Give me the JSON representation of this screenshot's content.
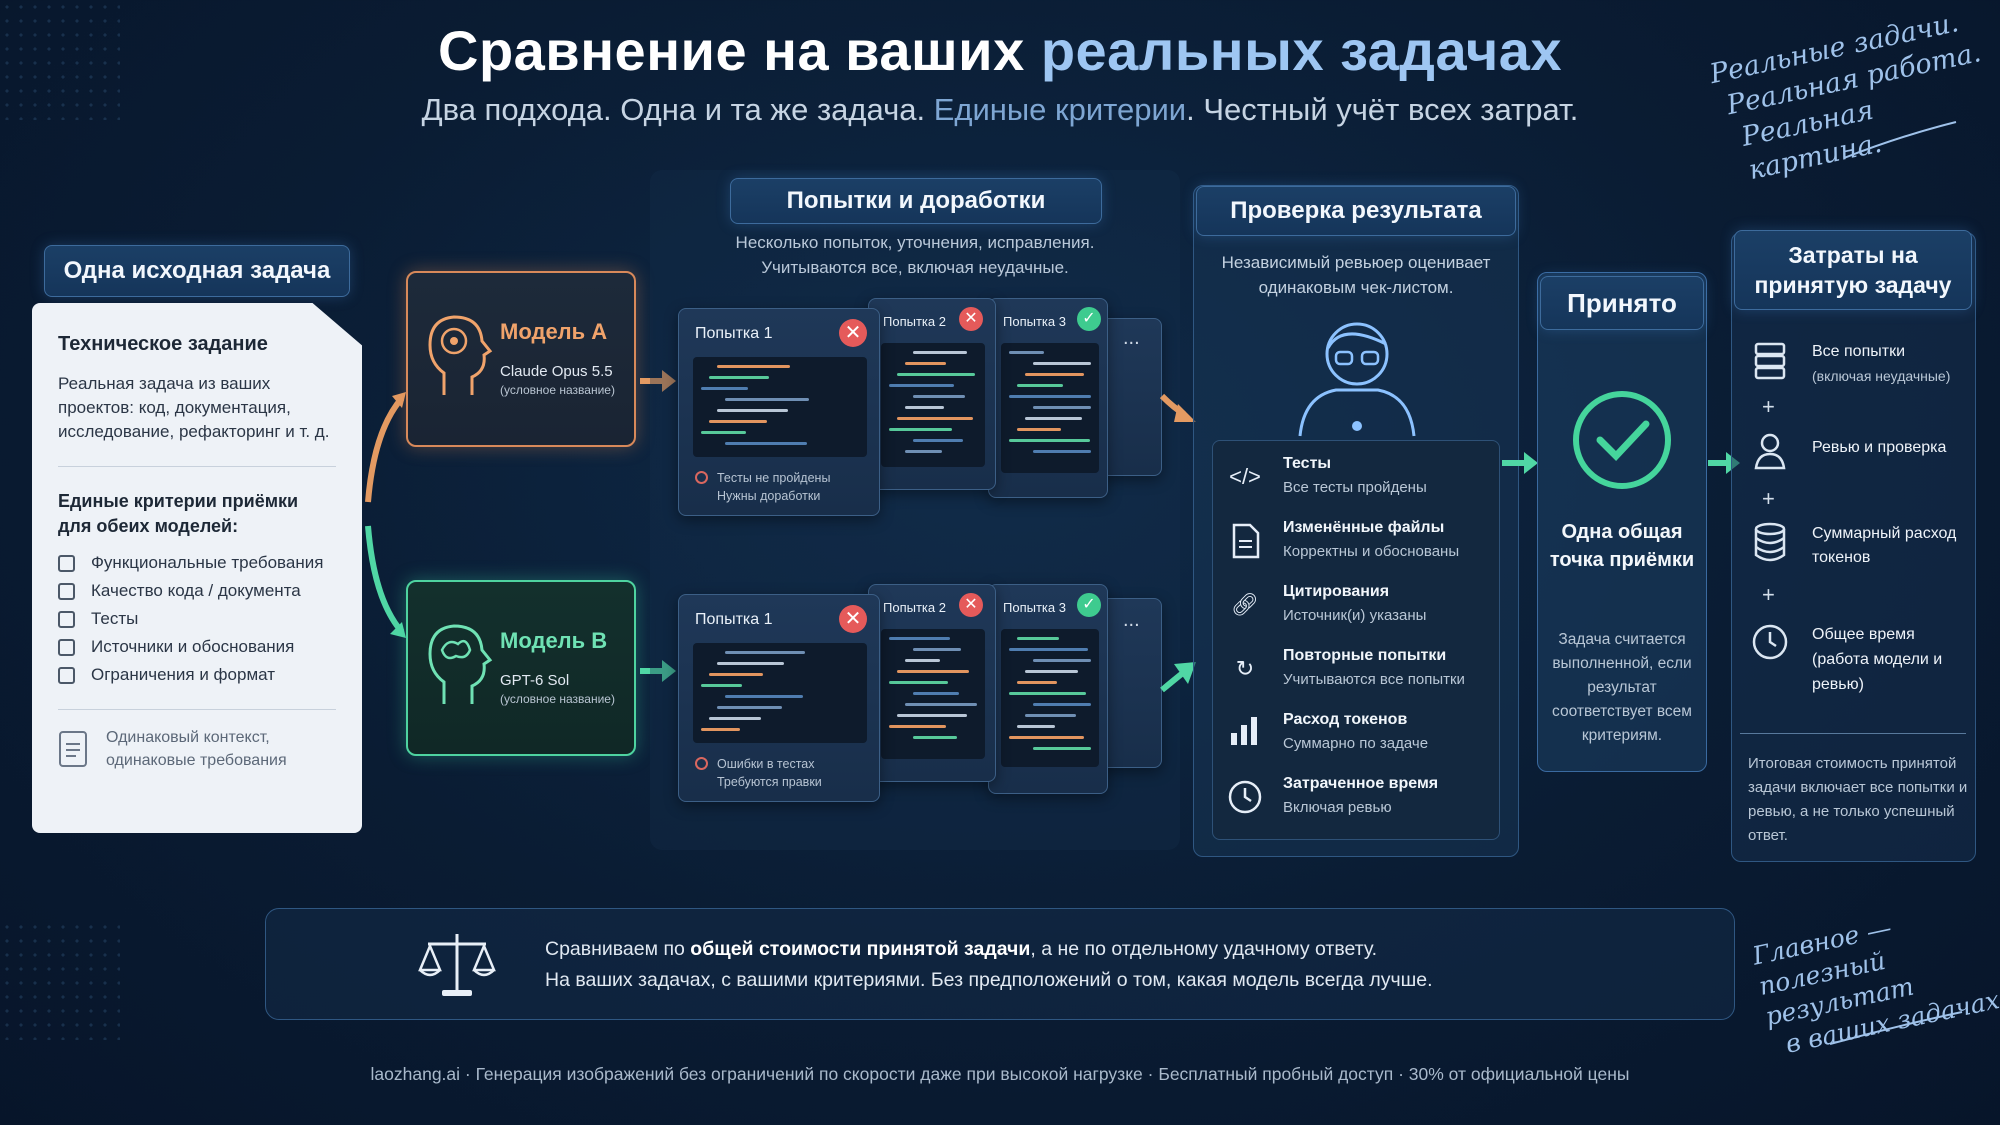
{
  "header": {
    "title_a": "Сравнение на ваших ",
    "title_b": "реальных задачах",
    "subtitle_a": "Два подхода. Одна и та же задача. ",
    "subtitle_b": "Единые критерии",
    "subtitle_c": ". Честный учёт всех затрат."
  },
  "handnote_top": [
    "Реальные задачи.",
    "Реальная работа.",
    "Реальная картина."
  ],
  "handnote_bottom": [
    "Главное —",
    "полезный результат",
    "в ваших задачах."
  ],
  "task": {
    "pill": "Одна исходная задача",
    "doc_title": "Техническое задание",
    "doc_text": "Реальная задача из ваших проектов: код, документация, исследование, рефакторинг и т. д.",
    "criteria_title": "Единые критерии приёмки для обеих моделей:",
    "criteria": [
      "Функциональные требования",
      "Качество кода / документа",
      "Тесты",
      "Источники и обоснования",
      "Ограничения и формат"
    ],
    "context_note": "Одинаковый контекст, одинаковые требования"
  },
  "models": {
    "a": {
      "name": "Модель A",
      "sub": "Claude Opus 5.5",
      "note": "(условное название)"
    },
    "b": {
      "name": "Модель B",
      "sub": "GPT-6 Sol",
      "note": "(условное название)"
    }
  },
  "attempts": {
    "pill": "Попытки и доработки",
    "note_1": "Несколько попыток, уточнения, исправления.",
    "note_2": "Учитываются все, включая неудачные.",
    "label_1": "Попытка 1",
    "label_2": "Попытка 2",
    "label_3": "Попытка 3",
    "ellipsis": "...",
    "a_status_1": "Тесты не пройдены",
    "a_status_2": "Нужны доработки",
    "b_status_1": "Ошибки в тестах",
    "b_status_2": "Требуются правки"
  },
  "verification": {
    "pill": "Проверка результата",
    "note_1": "Независимый ревьюер оценивает",
    "note_2": "одинаковым чек-листом.",
    "items": [
      {
        "title": "Тесты",
        "sub": "Все тесты пройдены",
        "icon": "code-icon"
      },
      {
        "title": "Изменённые файлы",
        "sub": "Корректны и обоснованы",
        "icon": "file-icon"
      },
      {
        "title": "Цитирования",
        "sub": "Источник(и) указаны",
        "icon": "link-icon"
      },
      {
        "title": "Повторные попытки",
        "sub": "Учитываются все попытки",
        "icon": "retry-icon"
      },
      {
        "title": "Расход токенов",
        "sub": "Суммарно по задаче",
        "icon": "bar-chart-icon"
      },
      {
        "title": "Затраченное время",
        "sub": "Включая ревью",
        "icon": "clock-icon"
      }
    ]
  },
  "accepted": {
    "pill": "Принято",
    "main": "Одна общая точка приёмки",
    "note": "Задача считается выполненной, если результат соответствует всем критериям."
  },
  "costs": {
    "pill": "Затраты на принятую задачу",
    "items": [
      {
        "title": "Все попытки",
        "small": "(включая неудачные)",
        "icon": "server-icon"
      },
      {
        "title": "Ревью и проверка",
        "small": "",
        "icon": "reviewer-icon"
      },
      {
        "title": "Суммарный расход токенов",
        "small": "",
        "icon": "database-icon"
      },
      {
        "title": "Общее время (работа модели и ревью)",
        "small": "",
        "icon": "clock-icon"
      }
    ],
    "plus": "+",
    "note": "Итоговая стоимость принятой задачи включает все попытки и ревью, а не только успешный ответ."
  },
  "banner": {
    "l1_a": "Сравниваем по ",
    "l1_b": "общей стоимости принятой задачи",
    "l1_c": ", а не по отдельному удачному ответу.",
    "l2": "На ваших задачах, с вашими критериями. Без предположений о том, какая модель всегда лучше."
  },
  "footer": "laozhang.ai · Генерация изображений без ограничений по скорости даже при высокой нагрузке · Бесплатный пробный доступ · 30% от официальной цены",
  "colors": {
    "model_a": "#d8895a",
    "model_b": "#4ed3a0",
    "fail": "#e55a5a",
    "pass": "#3ecb8f",
    "accent": "#9ec6f2"
  }
}
